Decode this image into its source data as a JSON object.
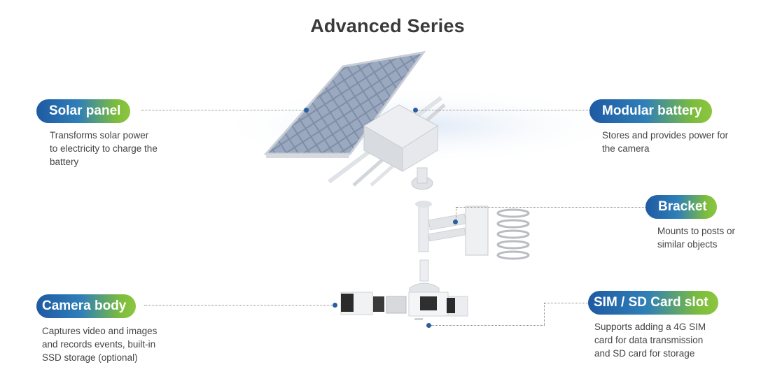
{
  "title": "Advanced Series",
  "labels": {
    "solar": {
      "name": "Solar panel",
      "desc": [
        "Transforms solar power",
        "to electricity to charge the",
        "battery"
      ]
    },
    "battery": {
      "name": "Modular battery",
      "desc": [
        "Stores and provides power for",
        "the camera"
      ]
    },
    "bracket": {
      "name": "Bracket",
      "desc": [
        "Mounts to posts or",
        "similar objects"
      ]
    },
    "camera": {
      "name": "Camera body",
      "desc": [
        "Captures video and images",
        "and records events, built-in",
        "SSD storage (optional)"
      ]
    },
    "sim": {
      "name": "SIM / SD Card slot",
      "desc": [
        "Supports adding a 4G SIM",
        "card for data transmission",
        "and SD card for storage"
      ]
    }
  },
  "colors": {
    "pill_start": "#1e5aa3",
    "pill_end": "#8cc63f",
    "dot": "#2a5ea0"
  }
}
